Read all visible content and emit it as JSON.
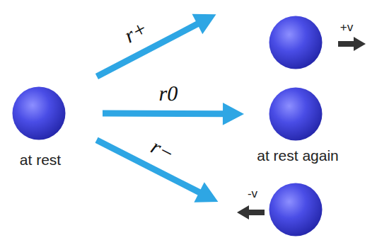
{
  "diagram": {
    "nodes": [
      {
        "text": [
          "at rest"
        ]
      },
      {
        "text": [
          "+v"
        ]
      },
      {
        "text": [
          "at rest again"
        ]
      },
      {
        "text": [
          "-v"
        ]
      }
    ],
    "edges": [
      {
        "from": 0,
        "to": 1,
        "arrow": "to",
        "label": "r+"
      },
      {
        "from": 0,
        "to": 2,
        "arrow": "to",
        "label": "r0"
      },
      {
        "from": 0,
        "to": 3,
        "arrow": "to",
        "label": "r−"
      }
    ]
  }
}
